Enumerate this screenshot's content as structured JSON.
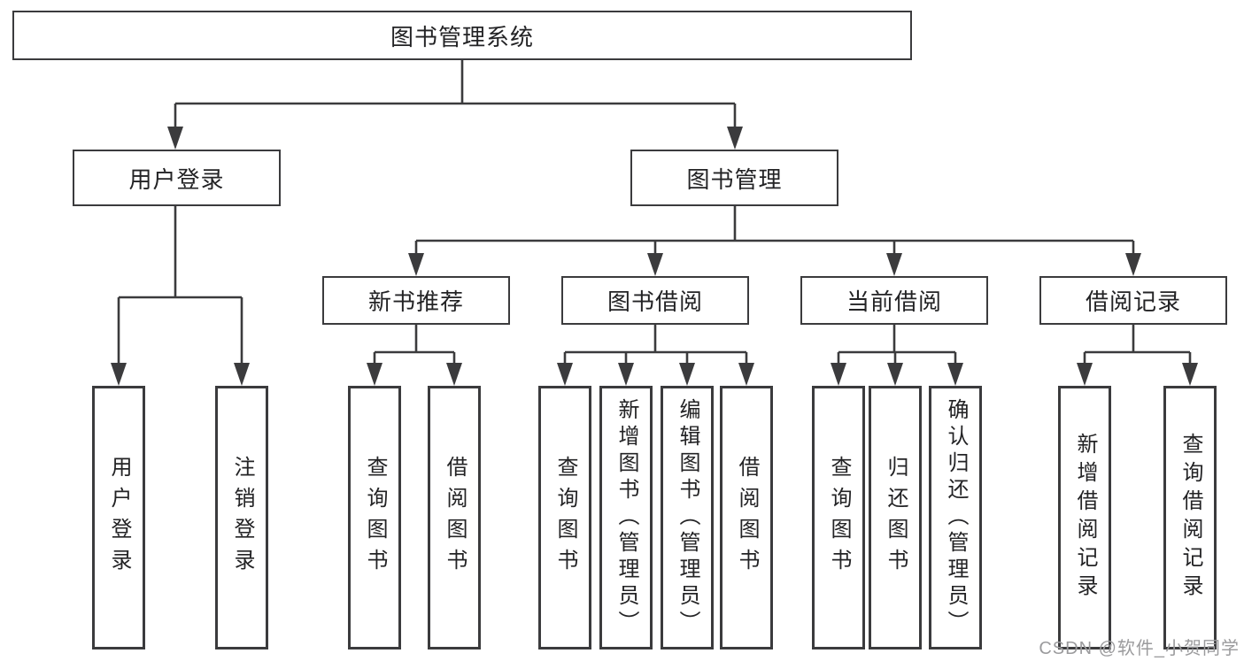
{
  "tree": {
    "root": "图书管理系统",
    "l2": [
      "用户登录",
      "图书管理"
    ],
    "l3": [
      "新书推荐",
      "图书借阅",
      "当前借阅",
      "借阅记录"
    ],
    "leaves": [
      "用户登录",
      "注销登录",
      "查询图书",
      "借阅图书",
      "查询图书",
      "新增图书（管理员）",
      "编辑图书（管理员）",
      "借阅图书",
      "查询图书",
      "归还图书",
      "确认归还（管理员）",
      "新增借阅记录",
      "查询借阅记录"
    ]
  },
  "watermark": "CSDN @软件_小贺同学",
  "colors": {
    "line": "#3b3b3d",
    "text": "#232325",
    "box_background": "#ffffff",
    "watermark": "#9b9b9d"
  }
}
